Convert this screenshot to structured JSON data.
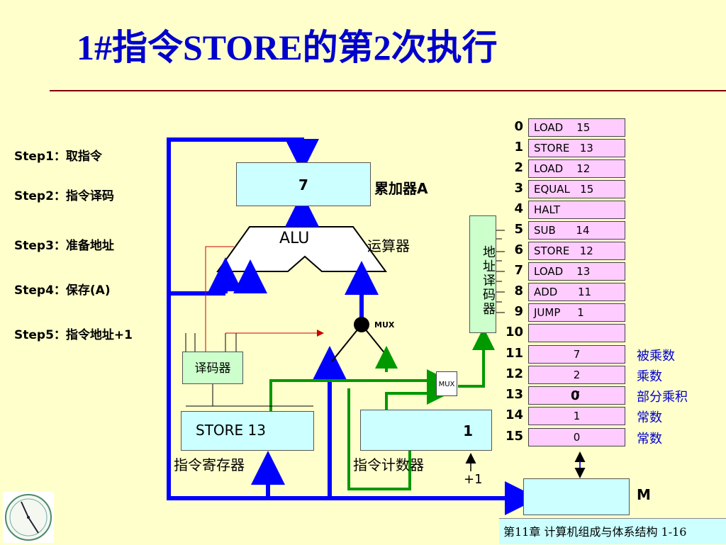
{
  "title": "1#指令STORE的第2次执行",
  "steps": [
    "Step1：取指令",
    "Step2：指令译码",
    "Step3：准备地址",
    "Step4：保存(A)",
    "Step5：指令地址+1"
  ],
  "accumulator": {
    "value": "7",
    "label": "累加器A"
  },
  "alu": {
    "text": "ALU",
    "label": "运算器"
  },
  "mux_top": "MUX",
  "mux_small": "MUX",
  "decoder": "译码器",
  "address_decoder": "地址译码器",
  "instruction_register": {
    "value": "STORE 13",
    "label": "指令寄存器"
  },
  "program_counter": {
    "value": "1",
    "label": "指令计数器",
    "increment": "+1"
  },
  "memory": {
    "label": "M",
    "addresses": [
      "0",
      "1",
      "2",
      "3",
      "4",
      "5",
      "6",
      "7",
      "8",
      "9",
      "10",
      "11",
      "12",
      "13",
      "14",
      "15"
    ],
    "cells": [
      "LOAD    15",
      "STORE   13",
      "LOAD    12",
      "EQUAL   15",
      "HALT",
      "SUB      14",
      "STORE   12",
      "LOAD    13",
      "ADD      11",
      "JUMP     1",
      "",
      "7",
      "2",
      "7",
      "1",
      "0"
    ],
    "cell13_overlay": "0",
    "notes": {
      "11": "被乘数",
      "12": "乘数",
      "13": "部分乘积",
      "14": "常数",
      "15": "常数"
    }
  },
  "footer": "第11章 计算机组成与体系结构  1-16"
}
